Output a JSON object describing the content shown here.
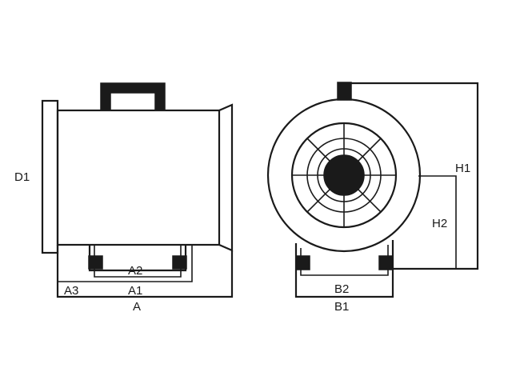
{
  "labels": {
    "d1": "D1",
    "a": "A",
    "a1": "A1",
    "a2": "A2",
    "a3": "A3",
    "b1": "B1",
    "b2": "B2",
    "h1": "H1",
    "h2": "H2"
  },
  "colors": {
    "ink": "#1a1a1a",
    "background": "#ffffff"
  }
}
